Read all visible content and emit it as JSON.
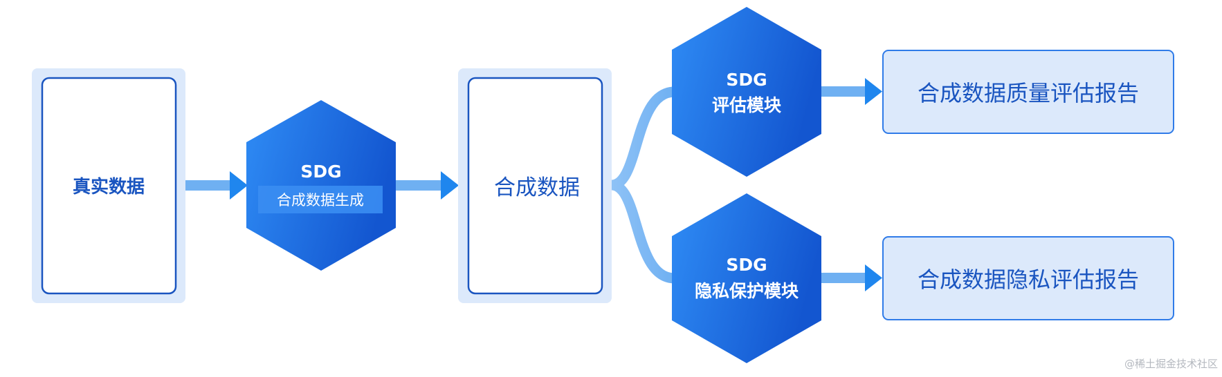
{
  "diagram": {
    "real_data": {
      "label": "真实数据"
    },
    "generation_module": {
      "title": "SDG",
      "subtitle": "合成数据生成"
    },
    "synthetic_data": {
      "label": "合成数据"
    },
    "evaluation_module": {
      "title": "SDG",
      "subtitle": "评估模块"
    },
    "privacy_module": {
      "title": "SDG",
      "subtitle": "隐私保护模块"
    },
    "quality_report": {
      "label": "合成数据质量评估报告"
    },
    "privacy_report": {
      "label": "合成数据隐私评估报告"
    }
  },
  "watermark": "@稀土掘金技术社区",
  "colors": {
    "primary": "#1760d6",
    "accent_light": "#2f8cf5",
    "panel_bg": "#dce9fb",
    "arrow": "#6fb0f2",
    "text_blue": "#1a55c0"
  }
}
